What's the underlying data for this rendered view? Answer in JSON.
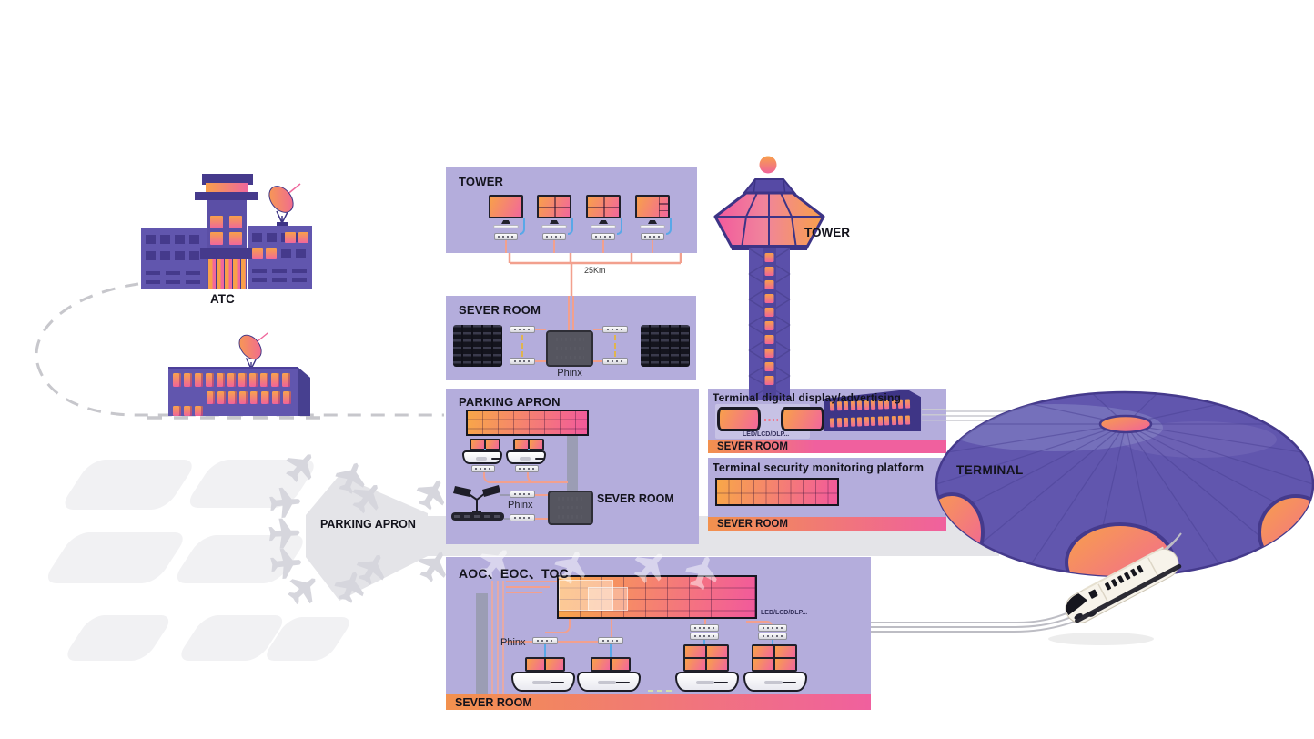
{
  "labels": {
    "atc": "ATC",
    "control_tower": "TOWER",
    "terminal": "TERMINAL",
    "apron_ground": "PARKING APRON",
    "fiber_distance": "25Km"
  },
  "panels": {
    "tower_ops": {
      "title": "TOWER"
    },
    "server_room": {
      "title": "SEVER ROOM",
      "device": "Phinx"
    },
    "parking": {
      "title": "PARKING APRON",
      "server_room": "SEVER ROOM",
      "device": "Phinx"
    },
    "aoc": {
      "title": "AOC、EOC、TOC",
      "device": "Phinx",
      "display_tech": "LED/LCD/DLP...",
      "server_room": "SEVER ROOM"
    },
    "advertising": {
      "title": "Terminal digital display/advertising",
      "display_tech": "LED/LCD/DLP...",
      "server_room": "SEVER ROOM"
    },
    "security": {
      "title": "Terminal security monitoring platform",
      "server_room": "SEVER ROOM"
    }
  },
  "colors": {
    "panel_bg": "#b4addc",
    "orange": "#f8a04a",
    "pink": "#f0609e",
    "purple": "#6156ae",
    "purple_dark": "#453a8c",
    "line_salmon": "#f2a08e",
    "cable_blue": "#58a8e8"
  }
}
